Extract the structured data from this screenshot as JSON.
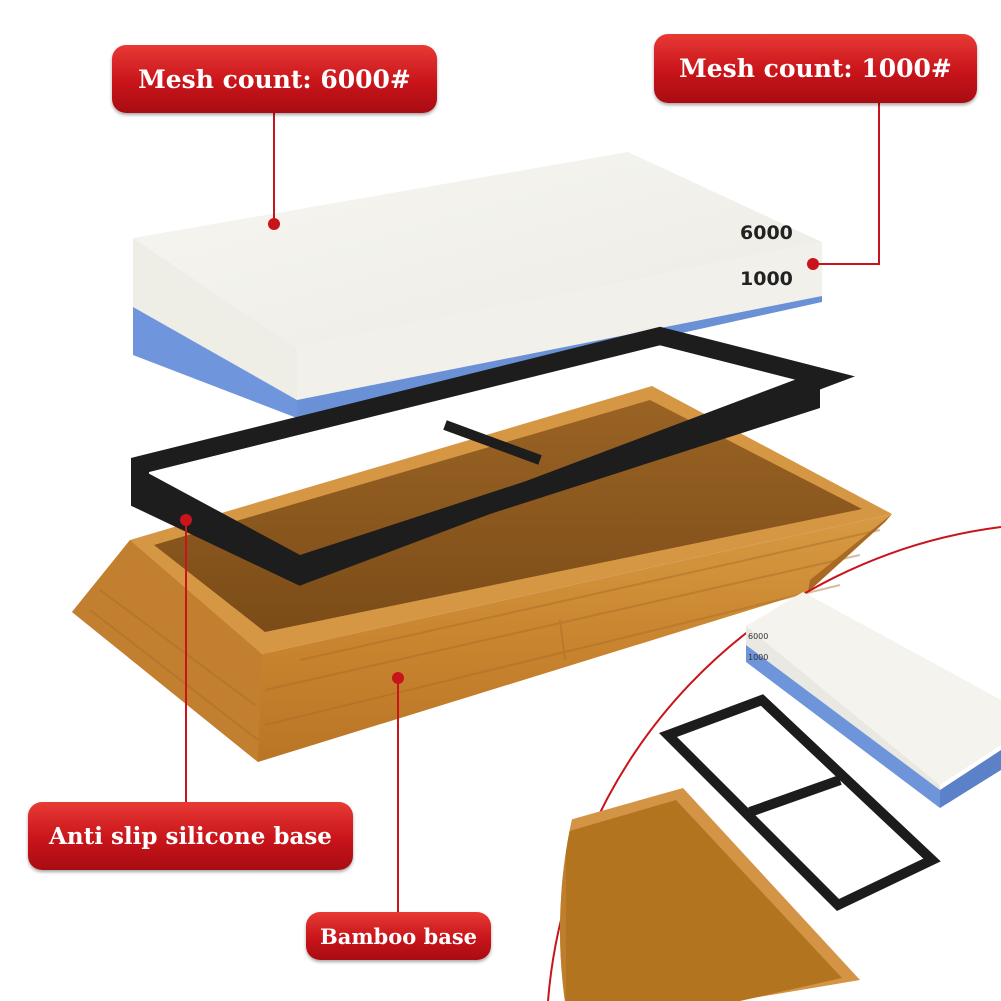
{
  "callouts": {
    "mesh_6000": "Mesh count: 6000#",
    "mesh_1000": "Mesh count: 1000#",
    "anti_slip": "Anti slip silicone base",
    "bamboo": "Bamboo base"
  },
  "stone": {
    "label_top": "6000",
    "label_bottom": "1000",
    "inset_label_top": "6000",
    "inset_label_bottom": "1000"
  },
  "colors": {
    "callout_red": "#c8141a",
    "stone_white": "#f3f2ec",
    "stone_blue": "#6d93d9",
    "frame_black": "#1d1d1d",
    "bamboo": "#c98a38"
  }
}
